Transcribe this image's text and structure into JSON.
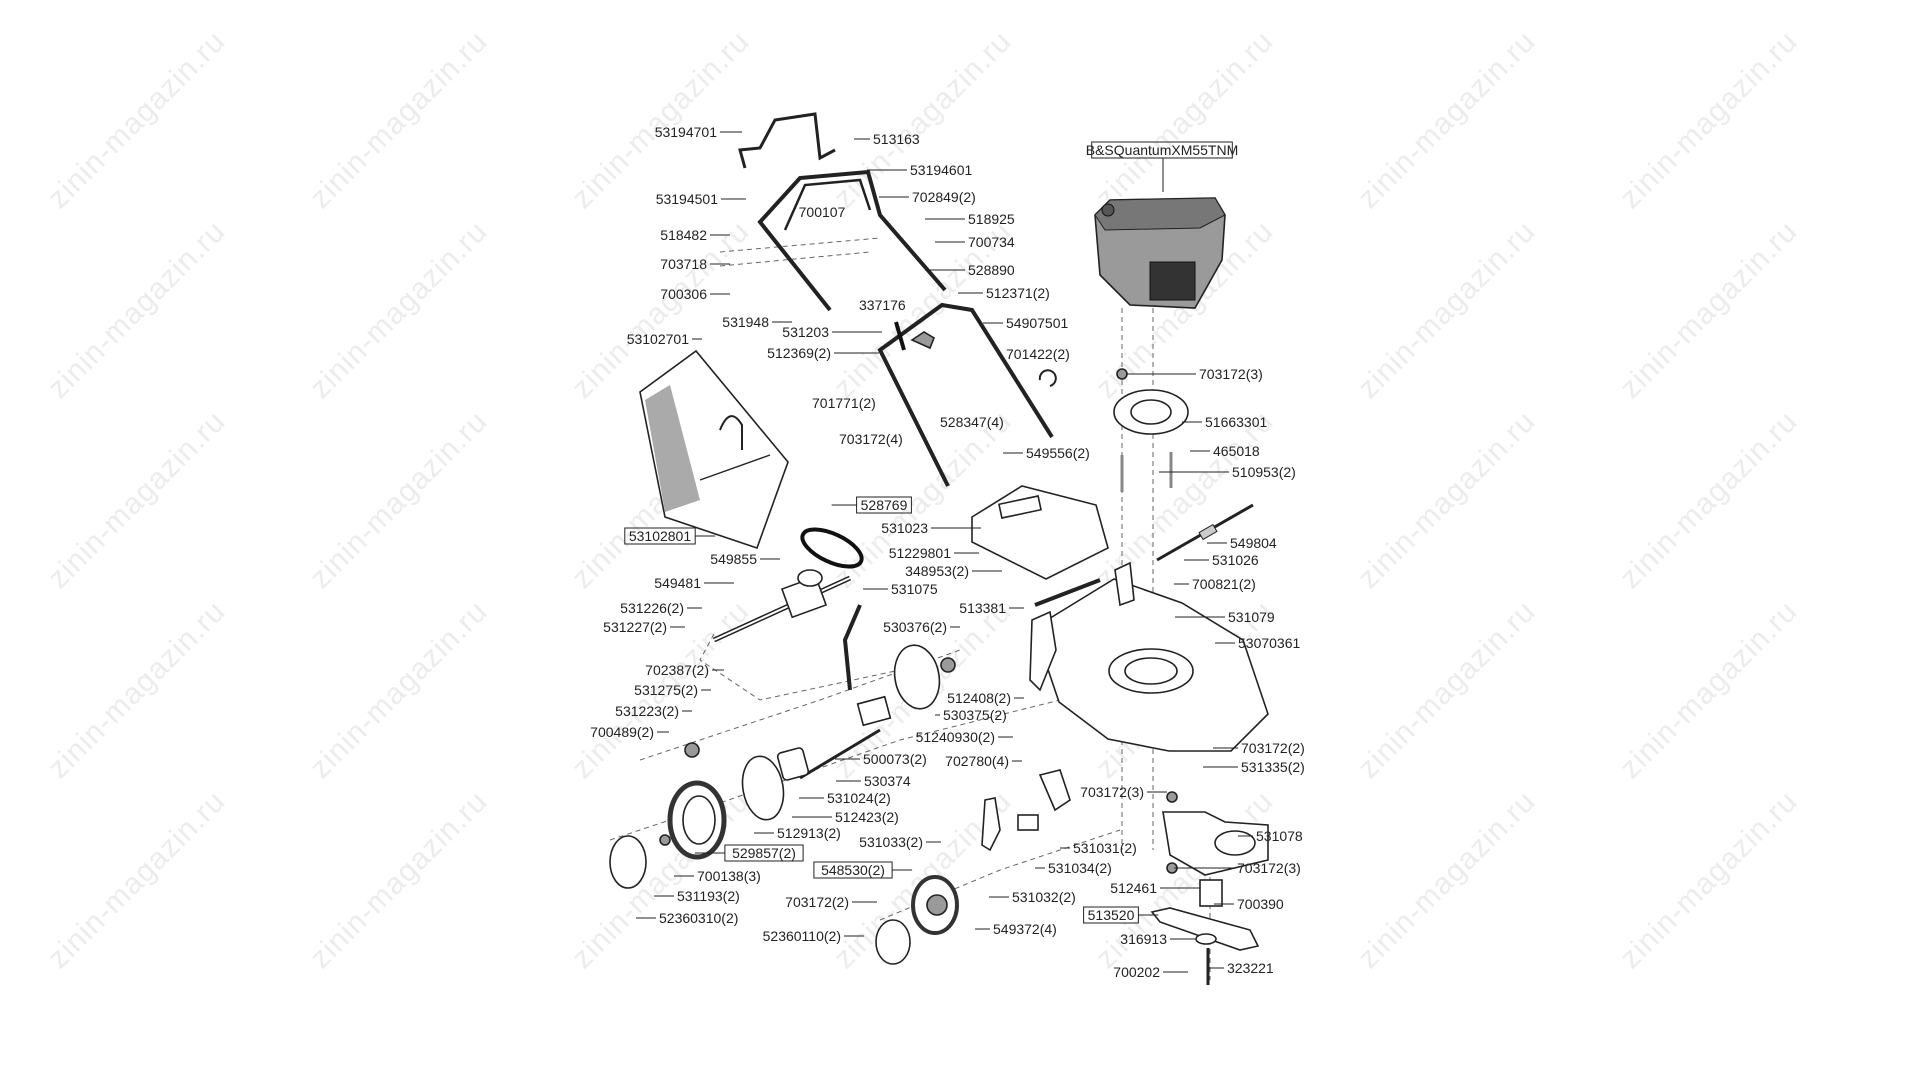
{
  "watermark": "zinin-magazin.ru",
  "labels": [
    {
      "text": "53194701",
      "boxed": false
    },
    {
      "text": "513163",
      "boxed": false
    },
    {
      "text": "53194601",
      "boxed": false
    },
    {
      "text": "53194501",
      "boxed": false
    },
    {
      "text": "702849(2)",
      "boxed": false
    },
    {
      "text": "700107",
      "boxed": false
    },
    {
      "text": "518925",
      "boxed": false
    },
    {
      "text": "518482",
      "boxed": false
    },
    {
      "text": "700734",
      "boxed": false
    },
    {
      "text": "703718",
      "boxed": false
    },
    {
      "text": "528890",
      "boxed": false
    },
    {
      "text": "700306",
      "boxed": false
    },
    {
      "text": "337176",
      "boxed": false
    },
    {
      "text": "512371(2)",
      "boxed": false
    },
    {
      "text": "531948",
      "boxed": false
    },
    {
      "text": "54907501",
      "boxed": false
    },
    {
      "text": "531203",
      "boxed": false
    },
    {
      "text": "53102701",
      "boxed": false
    },
    {
      "text": "512369(2)",
      "boxed": false
    },
    {
      "text": "701422(2)",
      "boxed": false
    },
    {
      "text": "701771(2)",
      "boxed": false
    },
    {
      "text": "528347(4)",
      "boxed": false
    },
    {
      "text": "703172(4)",
      "boxed": false
    },
    {
      "text": "549556(2)",
      "boxed": false
    },
    {
      "text": "53102801",
      "boxed": true
    },
    {
      "text": "528769",
      "boxed": true
    },
    {
      "text": "531023",
      "boxed": false
    },
    {
      "text": "51229801",
      "boxed": false
    },
    {
      "text": "549855",
      "boxed": false
    },
    {
      "text": "348953(2)",
      "boxed": false
    },
    {
      "text": "549481",
      "boxed": false
    },
    {
      "text": "531075",
      "boxed": false
    },
    {
      "text": "513381",
      "boxed": false
    },
    {
      "text": "531226(2)",
      "boxed": false
    },
    {
      "text": "531227(2)",
      "boxed": false
    },
    {
      "text": "530376(2)",
      "boxed": false
    },
    {
      "text": "702387(2)",
      "boxed": false
    },
    {
      "text": "531275(2)",
      "boxed": false
    },
    {
      "text": "512408(2)",
      "boxed": false
    },
    {
      "text": "531223(2)",
      "boxed": false
    },
    {
      "text": "530375(2)",
      "boxed": false
    },
    {
      "text": "700489(2)",
      "boxed": false
    },
    {
      "text": "51240930(2)",
      "boxed": false
    },
    {
      "text": "500073(2)",
      "boxed": false
    },
    {
      "text": "702780(4)",
      "boxed": false
    },
    {
      "text": "530374",
      "boxed": false
    },
    {
      "text": "531024(2)",
      "boxed": false
    },
    {
      "text": "512423(2)",
      "boxed": false
    },
    {
      "text": "512913(2)",
      "boxed": false
    },
    {
      "text": "531033(2)",
      "boxed": false
    },
    {
      "text": "529857(2)",
      "boxed": true
    },
    {
      "text": "548530(2)",
      "boxed": true
    },
    {
      "text": "700138(3)",
      "boxed": false
    },
    {
      "text": "531193(2)",
      "boxed": false
    },
    {
      "text": "531032(2)",
      "boxed": false
    },
    {
      "text": "703172(2)",
      "boxed": false
    },
    {
      "text": "52360310(2)",
      "boxed": false
    },
    {
      "text": "549372(4)",
      "boxed": false
    },
    {
      "text": "52360110(2)",
      "boxed": false
    },
    {
      "text": "549804",
      "boxed": false
    },
    {
      "text": "531026",
      "boxed": false
    },
    {
      "text": "700821(2)",
      "boxed": false
    },
    {
      "text": "531079",
      "boxed": false
    },
    {
      "text": "53070361",
      "boxed": false
    },
    {
      "text": "703172(2)",
      "boxed": false
    },
    {
      "text": "531335(2)",
      "boxed": false
    },
    {
      "text": "703172(3)",
      "boxed": false
    },
    {
      "text": "531078",
      "boxed": false
    },
    {
      "text": "531031(2)",
      "boxed": false
    },
    {
      "text": "531034(2)",
      "boxed": false
    },
    {
      "text": "703172(3)",
      "boxed": false
    },
    {
      "text": "512461",
      "boxed": false
    },
    {
      "text": "700390",
      "boxed": false
    },
    {
      "text": "513520",
      "boxed": true
    },
    {
      "text": "316913",
      "boxed": false
    },
    {
      "text": "323221",
      "boxed": false
    },
    {
      "text": "700202",
      "boxed": false
    },
    {
      "text": "B&SQuantumXM55TNM",
      "boxed": true
    },
    {
      "text": "703172(3)",
      "boxed": false
    },
    {
      "text": "51663301",
      "boxed": false
    },
    {
      "text": "465018",
      "boxed": false
    },
    {
      "text": "510953(2)",
      "boxed": false
    }
  ]
}
